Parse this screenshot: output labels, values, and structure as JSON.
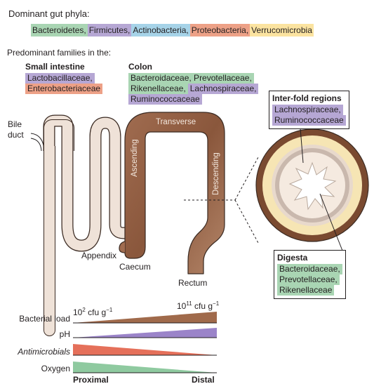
{
  "phyla_heading": "Dominant gut phyla:",
  "phyla": [
    {
      "label": "Bacteroidetes,",
      "color": "#a9d5b3"
    },
    {
      "label": "Firmicutes,",
      "color": "#b6a7d4"
    },
    {
      "label": "Actinobacteria,",
      "color": "#a6d3e8"
    },
    {
      "label": "Proteobacteria,",
      "color": "#eda187"
    },
    {
      "label": "Verrucomicrobia",
      "color": "#fbe3a0"
    }
  ],
  "families_heading": "Predominant families in the:",
  "small_intestine": {
    "title": "Small intestine",
    "families": [
      {
        "label": "Lactobacillaceae,",
        "color": "#b6a7d4"
      },
      {
        "label": "Enterobacteriaceae",
        "color": "#eda187"
      }
    ]
  },
  "colon": {
    "title": "Colon",
    "families": [
      {
        "label": "Bacteroidaceae, Prevotellaceae,",
        "color": "#a9d5b3"
      },
      {
        "label": "Rikenellaceae,",
        "color": "#a9d5b3"
      },
      {
        "label": "Lachnospiraceae,",
        "color": "#b6a7d4"
      },
      {
        "label": "Ruminococcaceae",
        "color": "#b6a7d4"
      }
    ]
  },
  "interfold": {
    "title": "Inter-fold regions",
    "families": [
      {
        "label": "Lachnospiraceae,",
        "color": "#b6a7d4"
      },
      {
        "label": "Ruminococcaceae",
        "color": "#b6a7d4"
      }
    ]
  },
  "digesta": {
    "title": "Digesta",
    "families": [
      {
        "label": "Bacteroidaceae,",
        "color": "#a9d5b3"
      },
      {
        "label": "Prevotellaceae,",
        "color": "#a9d5b3"
      },
      {
        "label": "Rikenellaceae",
        "color": "#a9d5b3"
      }
    ]
  },
  "labels": {
    "bile": "Bile",
    "duct": "duct",
    "transverse": "Transverse",
    "ascending": "Ascending",
    "descending": "Descending",
    "appendix": "Appendix",
    "caecum": "Caecum",
    "rectum": "Rectum"
  },
  "gradients": {
    "low_prefix": "10",
    "low_exp": "2",
    "low_unit": " cfu g",
    "low_unit_exp": "−1",
    "high_prefix": "10",
    "high_exp": "11",
    "high_unit": " cfu g",
    "high_unit_exp": "−1",
    "rows": [
      {
        "label": "Bacterial load",
        "italic": false,
        "color": "#a06a4b",
        "direction": "increasing"
      },
      {
        "label": "pH",
        "italic": false,
        "color": "#9b84c9",
        "direction": "increasing"
      },
      {
        "label": "Antimicrobials",
        "italic": true,
        "color": "#e5705a",
        "direction": "decreasing"
      },
      {
        "label": "Oxygen",
        "italic": false,
        "color": "#8fcaa0",
        "direction": "decreasing"
      }
    ],
    "proximal": "Proximal",
    "distal": "Distal"
  },
  "colors": {
    "small_intestine_fill": "#efe2d8",
    "colon_dark": "#8a573c",
    "colon_light": "#b58466",
    "ring_outer": "#7a4a30",
    "ring_yellow": "#f6e5b4",
    "ring_gray": "#c9b8ad",
    "ring_inner": "#f5eae0"
  }
}
